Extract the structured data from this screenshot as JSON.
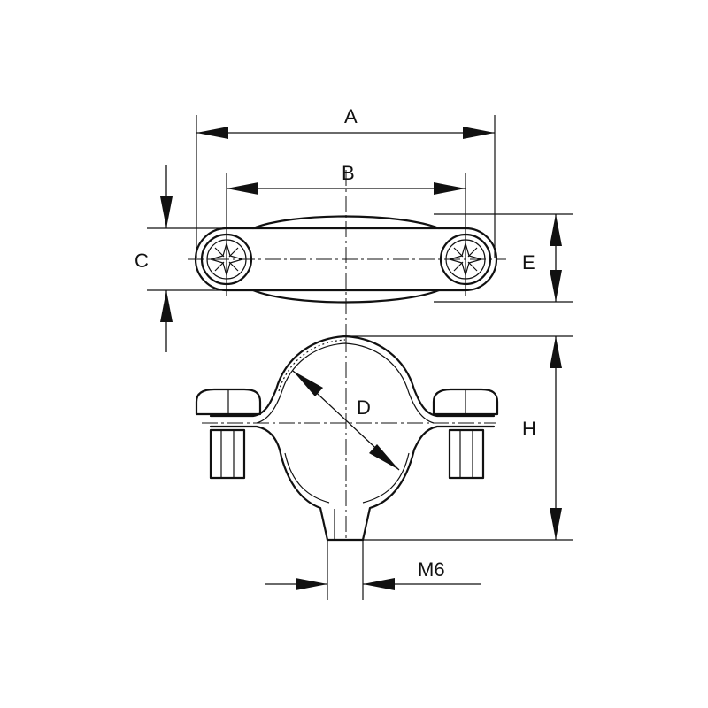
{
  "labels": {
    "A": "A",
    "B": "B",
    "C": "C",
    "D": "D",
    "E": "E",
    "H": "H",
    "M6": "M6"
  }
}
